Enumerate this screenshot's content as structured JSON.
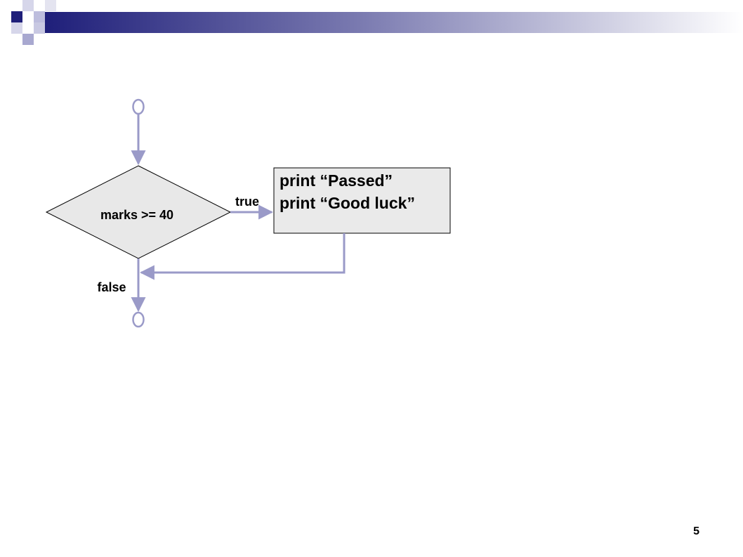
{
  "flowchart": {
    "decision": {
      "condition": "marks >= 40"
    },
    "edges": {
      "true_label": "true",
      "false_label": "false"
    },
    "process": {
      "lines": [
        "print “Passed”",
        "print “Good luck”"
      ]
    }
  },
  "colors": {
    "connector": "#9A9AC8",
    "decision_fill": "#E8E8E8",
    "process_fill": "#EAEAEA",
    "header_dark": "#1F1F7A",
    "header_light": "#D6D6EA"
  },
  "slide": {
    "page_number": "5"
  }
}
